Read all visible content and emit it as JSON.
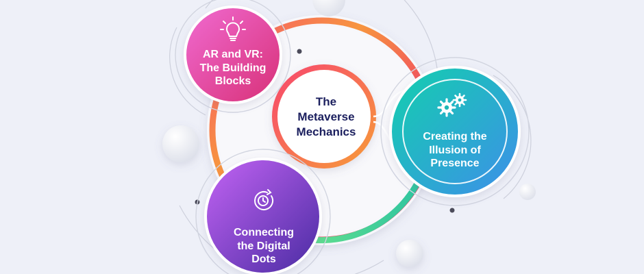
{
  "diagram": {
    "center": {
      "lines": [
        "The",
        "Metaverse",
        "Mechanics"
      ]
    },
    "nodes": [
      {
        "id": "ar-vr",
        "icon": "lightbulb-icon",
        "lines": [
          "AR and VR:",
          "The Building",
          "Blocks"
        ],
        "color_start": "#ee5cc0",
        "color_end": "#d9317e"
      },
      {
        "id": "presence",
        "icon": "gears-icon",
        "lines": [
          "Creating the",
          "Illusion of",
          "Presence"
        ],
        "color_start": "#16c9b0",
        "color_end": "#3a8fe6"
      },
      {
        "id": "dots",
        "icon": "clock-refresh-icon",
        "lines": [
          "Connecting",
          "the Digital",
          "Dots"
        ],
        "color_start": "#b75cf0",
        "color_end": "#4b2fa8"
      }
    ],
    "colors": {
      "background": "#eef0f8",
      "ring_red": "#f43f6b",
      "ring_orange": "#f7a83a",
      "ring_green": "#4bd08a",
      "title_text": "#1b1f5e"
    }
  }
}
